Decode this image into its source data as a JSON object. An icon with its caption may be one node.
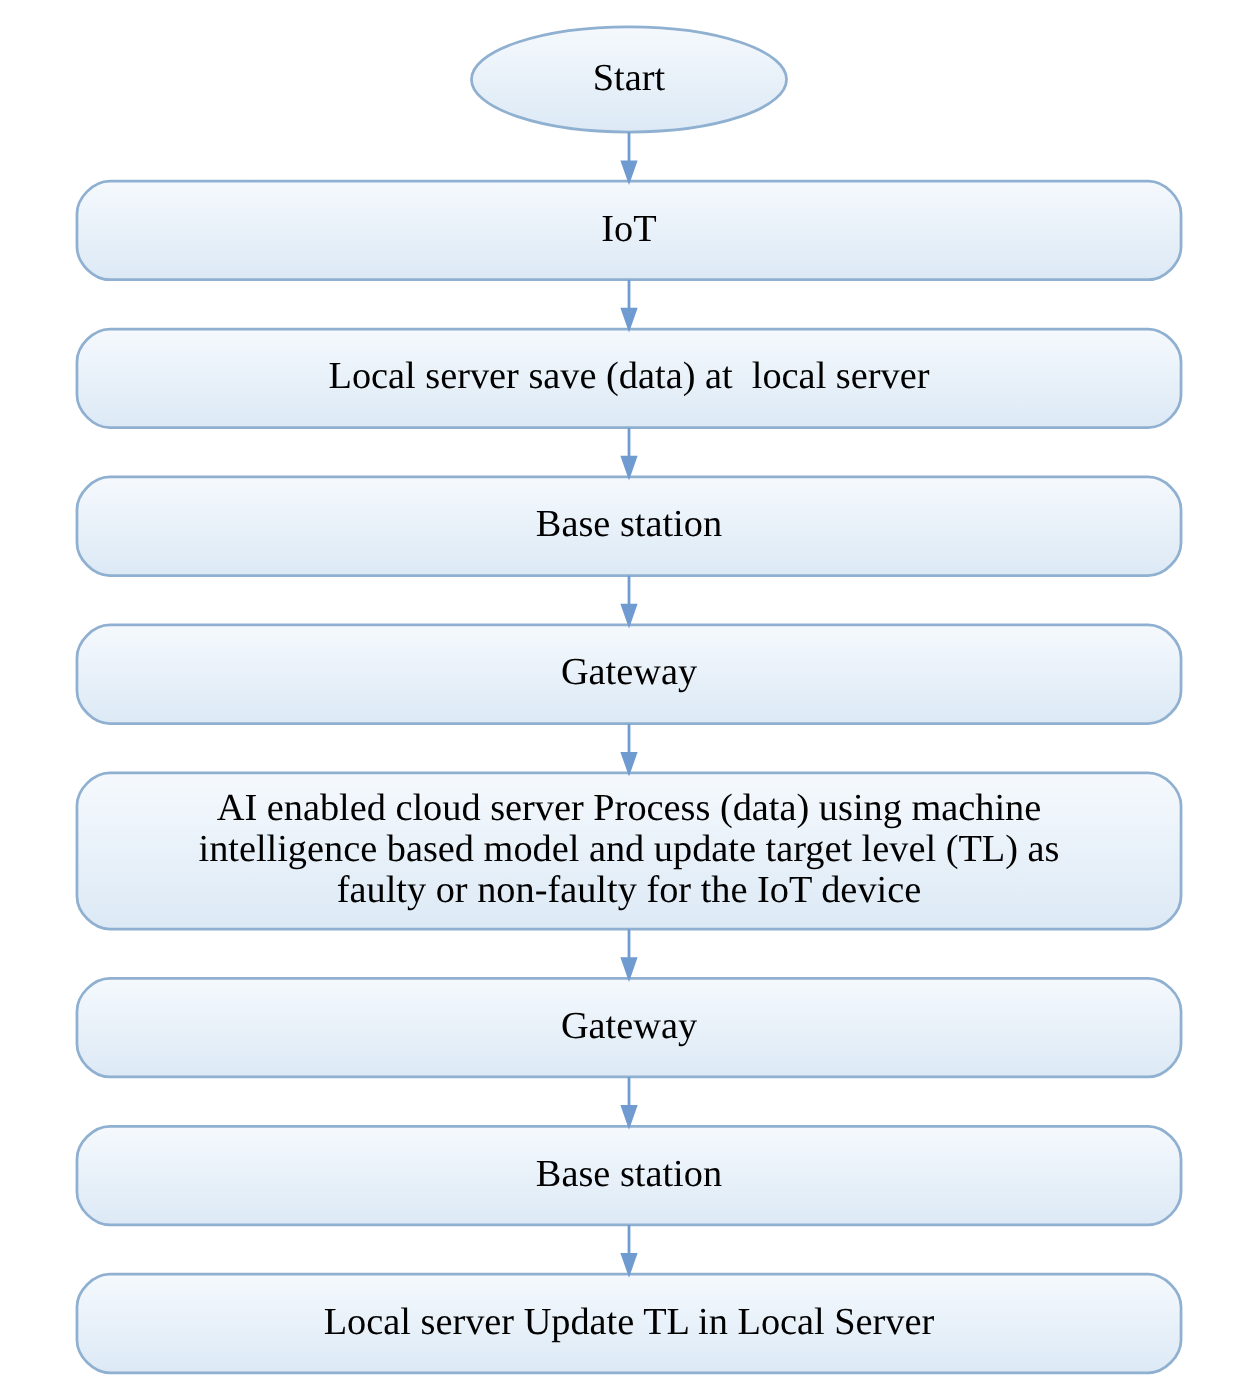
{
  "diagram": {
    "nodes": [
      {
        "text": [
          "Start"
        ]
      },
      {
        "text": [
          "IoT"
        ]
      },
      {
        "text": [
          "Local server save (data) at  local server"
        ]
      },
      {
        "text": [
          "Base station"
        ]
      },
      {
        "text": [
          "Gateway"
        ]
      },
      {
        "text": [
          "AI enabled cloud server Process (data) using machine intelligence based model and update target level (TL) as faulty or non-faulty for the IoT device"
        ]
      },
      {
        "text": [
          "Gateway"
        ]
      },
      {
        "text": [
          "Base station"
        ]
      },
      {
        "text": [
          "Local server Update TL in Local Server"
        ]
      }
    ],
    "edges": [
      {
        "from": 0,
        "to": 1,
        "arrow": "to"
      },
      {
        "from": 1,
        "to": 2,
        "arrow": "to"
      },
      {
        "from": 2,
        "to": 3,
        "arrow": "to"
      },
      {
        "from": 3,
        "to": 4,
        "arrow": "to"
      },
      {
        "from": 4,
        "to": 5,
        "arrow": "to"
      },
      {
        "from": 5,
        "to": 6,
        "arrow": "to"
      },
      {
        "from": 6,
        "to": 7,
        "arrow": "to"
      },
      {
        "from": 7,
        "to": 8,
        "arrow": "to"
      }
    ]
  }
}
